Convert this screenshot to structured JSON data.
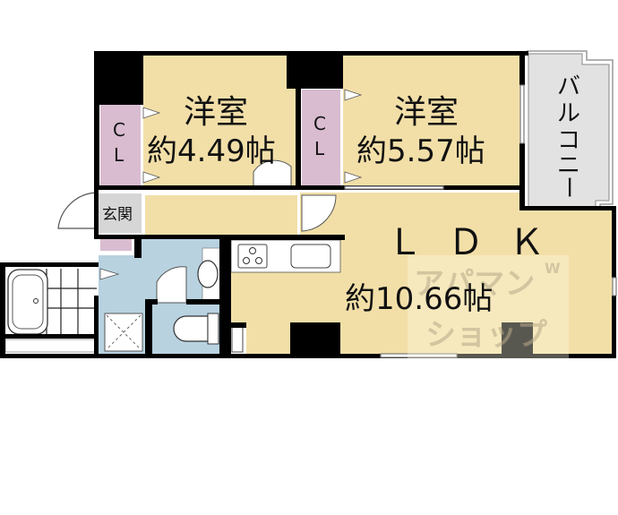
{
  "floor_plan": {
    "rooms": [
      {
        "id": "western-room-1",
        "name": "洋室",
        "area": "約4.49帖"
      },
      {
        "id": "western-room-2",
        "name": "洋室",
        "area": "約5.57帖"
      },
      {
        "id": "ldk",
        "name": "ＬＤＫ",
        "area": "約10.66帖"
      }
    ],
    "closets": [
      {
        "id": "closet-1",
        "line1": "C",
        "line2": "L"
      },
      {
        "id": "closet-2",
        "line1": "C",
        "line2": "L"
      }
    ],
    "entrance": {
      "label": "玄関"
    },
    "balcony": {
      "label_chars": [
        "バ",
        "ル",
        "コ",
        "ニ",
        "ー"
      ]
    },
    "fixtures": [
      "bathtub",
      "washing-machine-pan",
      "washbasin",
      "toilet",
      "stove-3-burner",
      "sink",
      "refrigerator-space"
    ],
    "watermark": {
      "line1": "アパマン",
      "line2": "ショップ",
      "small": "W"
    },
    "colors": {
      "room_floor": "#f2dfa8",
      "closet": "#d9bcd0",
      "wet_area": "#b8d2e0",
      "balcony": "#e2e2e2",
      "entrance": "#d6d6d6",
      "wall": "#000000"
    }
  }
}
